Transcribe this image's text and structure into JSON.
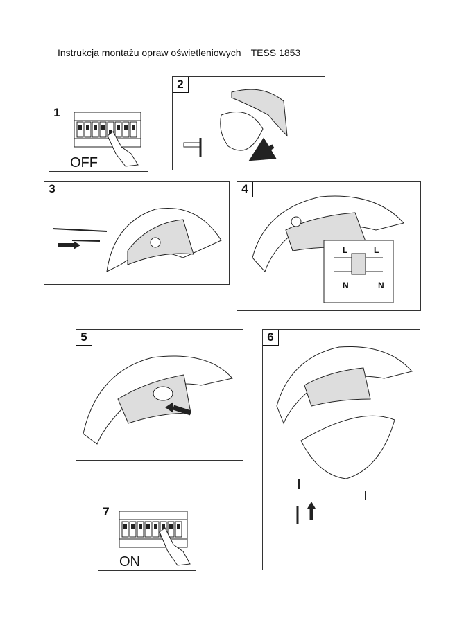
{
  "title": {
    "text": "Instrukcja montażu opraw oświetleniowych",
    "model": "TESS 1853"
  },
  "steps": [
    {
      "number": "1",
      "caption": "OFF"
    },
    {
      "number": "2"
    },
    {
      "number": "3"
    },
    {
      "number": "4",
      "wire_labels": {
        "l_left": "L",
        "l_right": "L",
        "n_left": "N",
        "n_right": "N"
      }
    },
    {
      "number": "5"
    },
    {
      "number": "6"
    },
    {
      "number": "7",
      "caption": "ON"
    }
  ]
}
